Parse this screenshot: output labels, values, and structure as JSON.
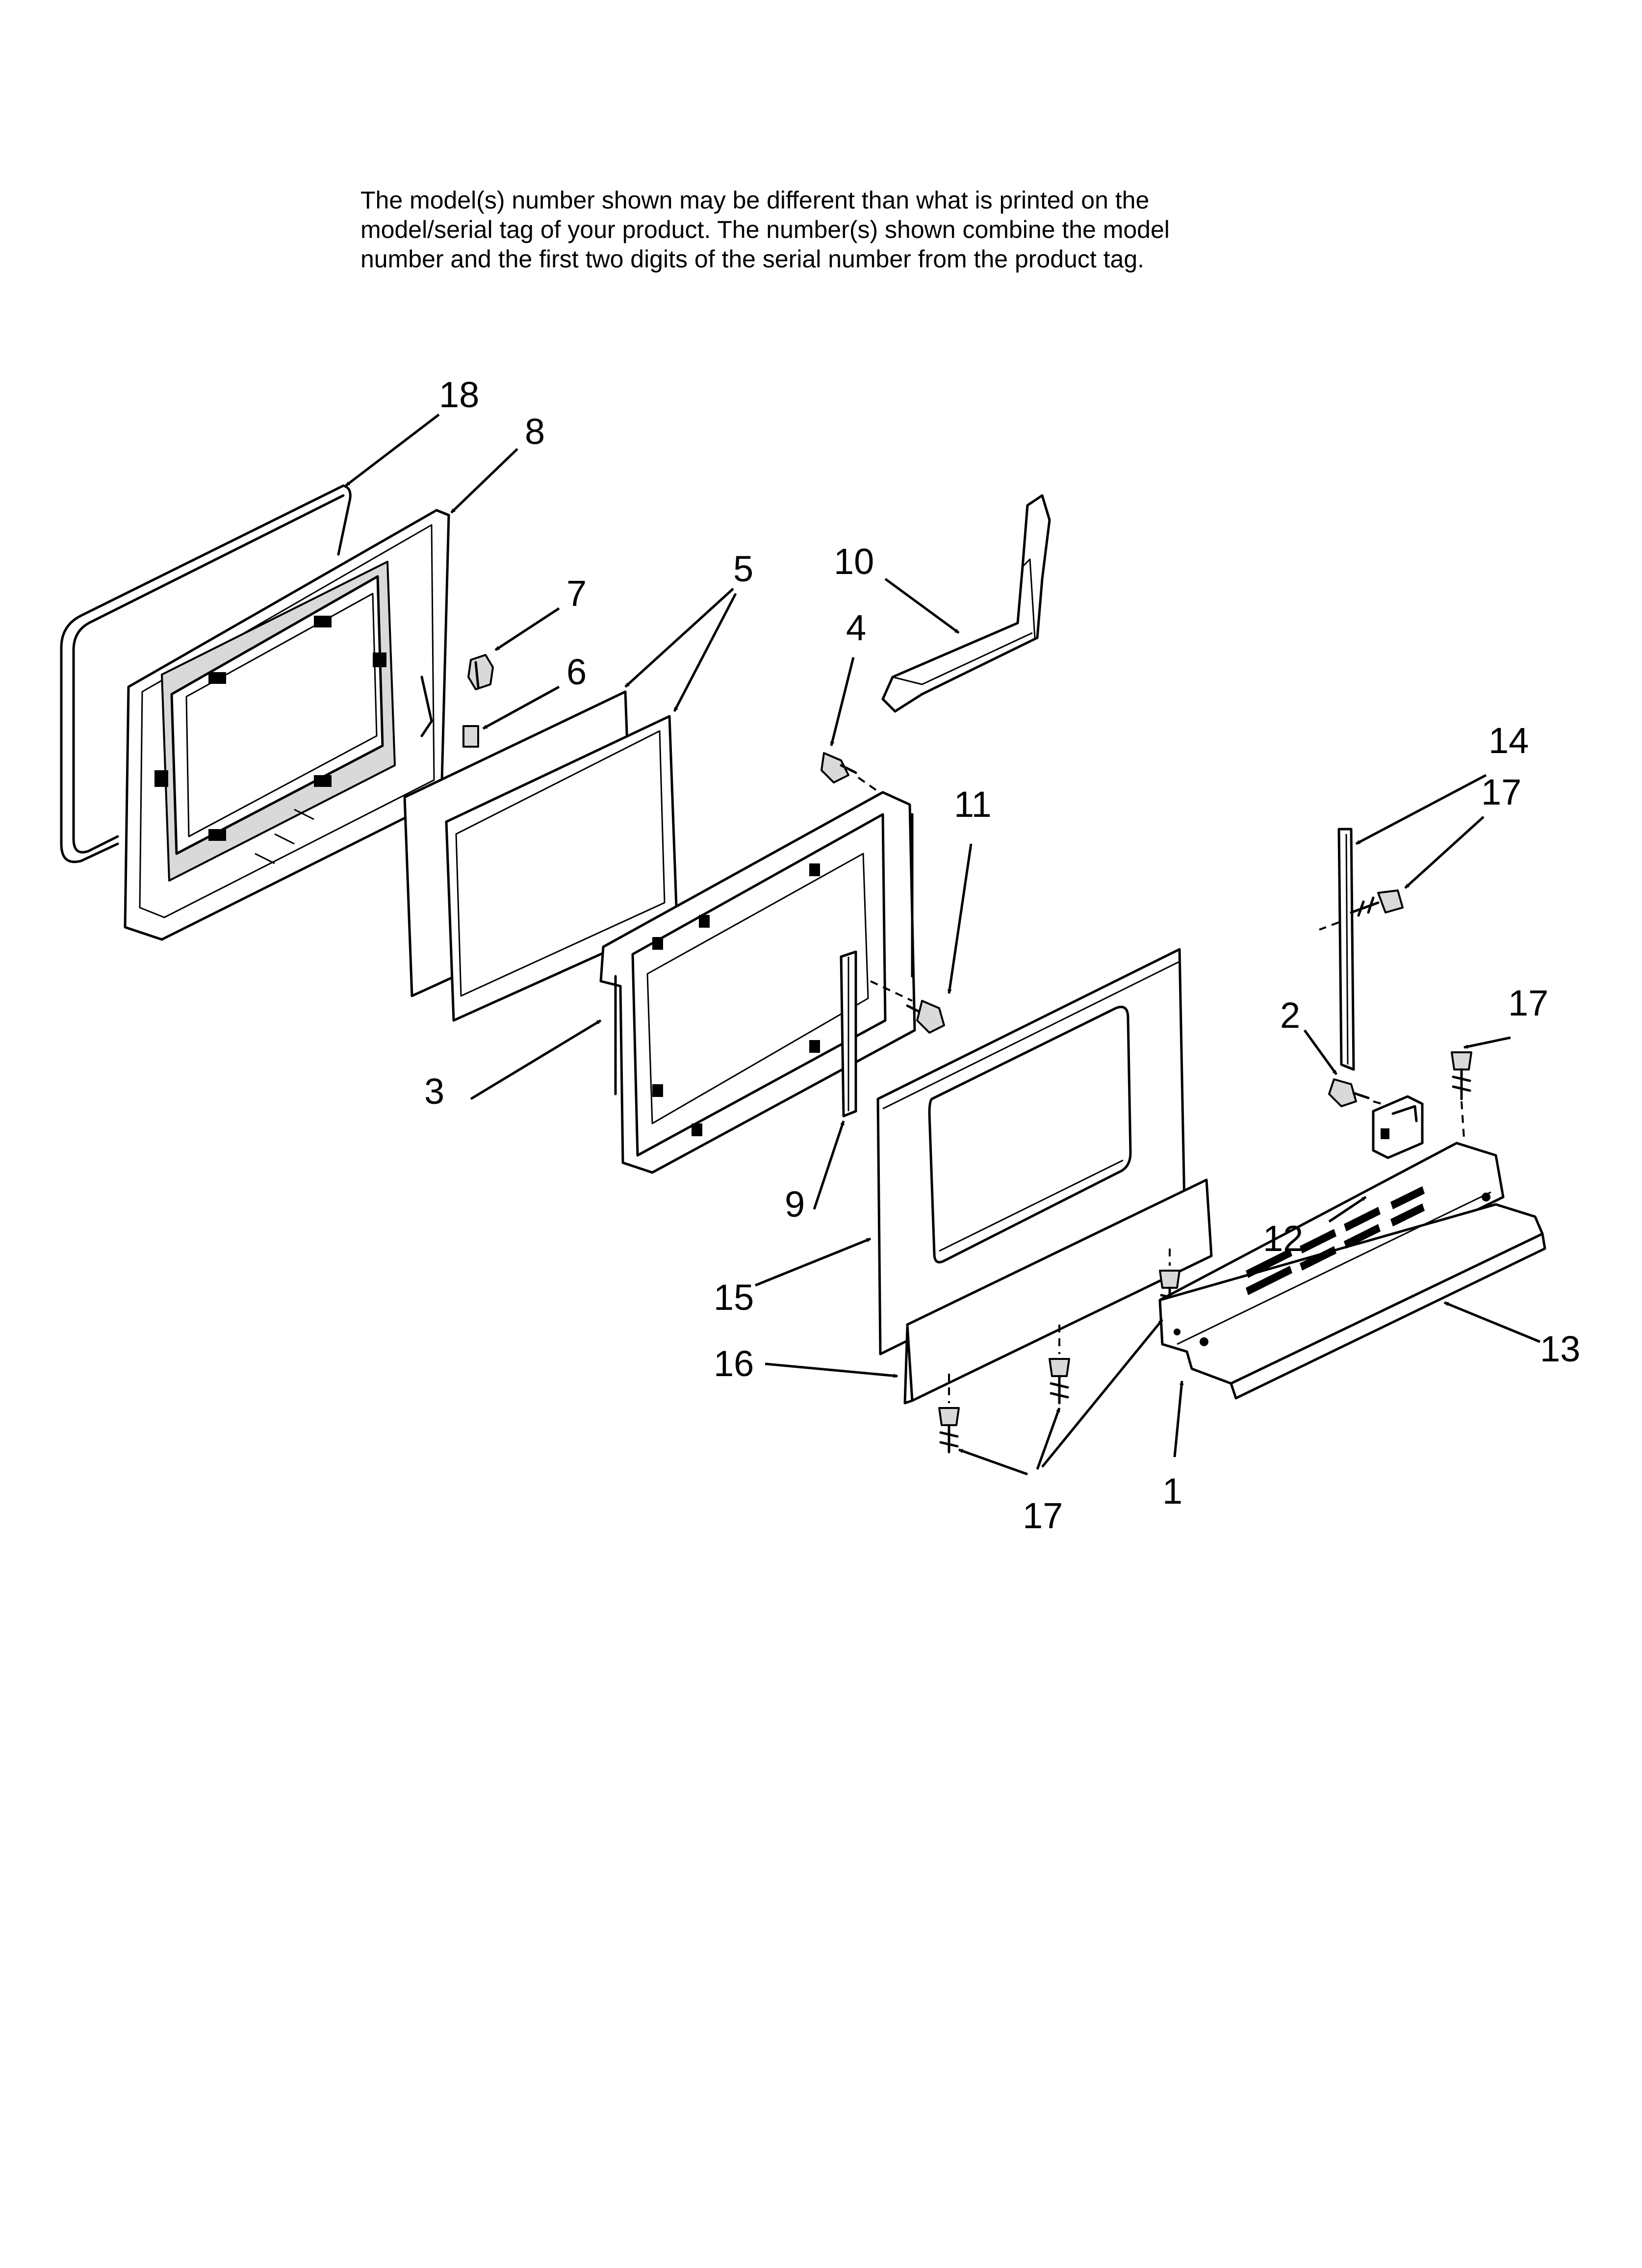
{
  "note": {
    "line1": "The model(s) number shown may be different than what is printed on the",
    "line2": "model/serial tag of your product. The number(s) shown combine the model",
    "line3": "number and the first two digits of the serial number from the product tag."
  },
  "callouts": {
    "c1": "1",
    "c2": "2",
    "c3": "3",
    "c4": "4",
    "c5": "5",
    "c6": "6",
    "c7": "7",
    "c8": "8",
    "c9": "9",
    "c10": "10",
    "c11": "11",
    "c12": "12",
    "c13": "13",
    "c14": "14",
    "c15": "15",
    "c16": "16",
    "c17a": "17",
    "c17b": "17",
    "c17c": "17",
    "c18": "18"
  }
}
